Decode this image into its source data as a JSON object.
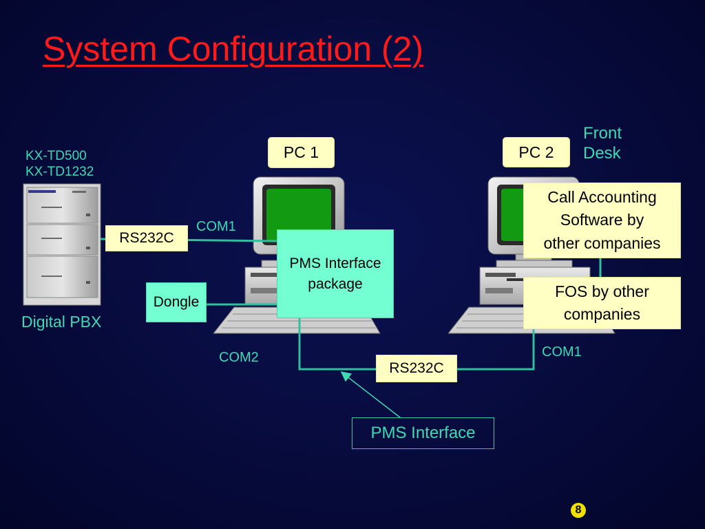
{
  "title": "System Configuration (2)",
  "pbx": {
    "models": [
      "KX-TD500",
      "KX-TD1232"
    ],
    "caption": "Digital PBX"
  },
  "labels": {
    "rs232c_left": "RS232C",
    "dongle": "Dongle",
    "com1_left": "COM1",
    "com2": "COM2",
    "pc1": "PC 1",
    "pc2": "PC 2",
    "front_desk": [
      "Front",
      "Desk"
    ],
    "pms_package": [
      "PMS Interface",
      "package"
    ],
    "call_accounting": [
      "Call Accounting",
      "Software by",
      "other companies"
    ],
    "fos": [
      "FOS by other",
      "companies"
    ],
    "com1_right": "COM1",
    "rs232c_bottom": "RS232C",
    "pms_interface": "PMS Interface"
  },
  "page_number": "8",
  "colors": {
    "title": "#ff1a1a",
    "label_text": "#3fd9b4",
    "connector": "#2fbf9d",
    "yellow_box": "#ffffc4",
    "mint_box": "#73ffd2",
    "background": "#070b3c"
  }
}
